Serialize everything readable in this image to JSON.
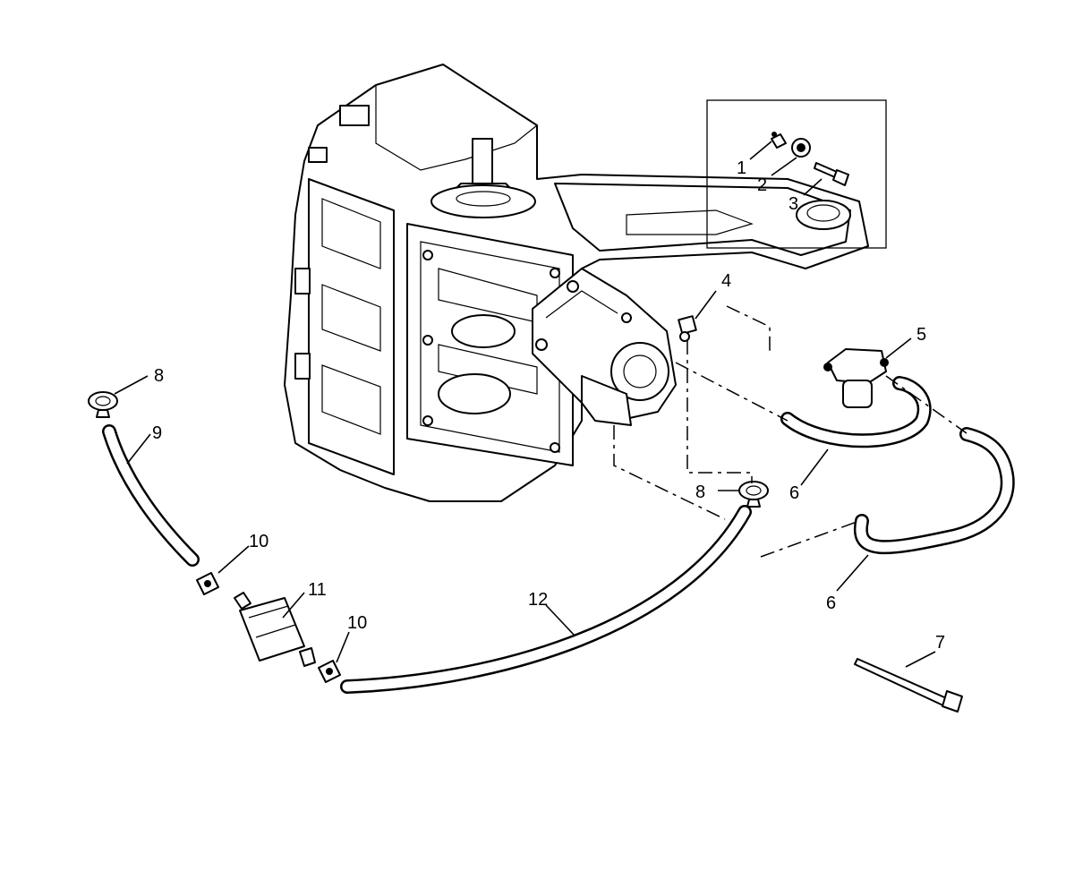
{
  "callouts": {
    "c1": "1",
    "c2": "2",
    "c3": "3",
    "c4": "4",
    "c5": "5",
    "c6a": "6",
    "c6b": "6",
    "c7": "7",
    "c8a": "8",
    "c8b": "8",
    "c9": "9",
    "c10a": "10",
    "c10b": "10",
    "c11": "11",
    "c12": "12"
  }
}
